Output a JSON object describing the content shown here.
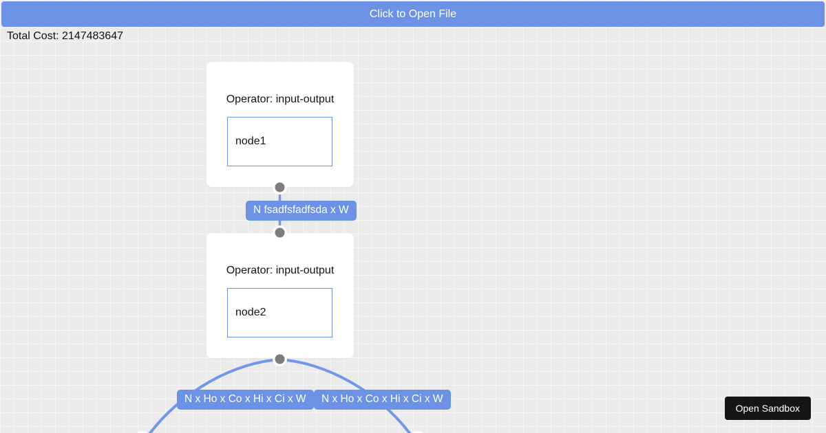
{
  "header": {
    "open_file_button": "Click to Open File"
  },
  "status": {
    "total_cost": "Total Cost: 2147483647"
  },
  "graph": {
    "nodes": [
      {
        "operator": "Operator: input-output",
        "name": "node1"
      },
      {
        "operator": "Operator: input-output",
        "name": "node2"
      }
    ],
    "edges": [
      {
        "from": "node1",
        "to": "node2",
        "label": "N fsadfsfadfsda x W"
      },
      {
        "from": "node2",
        "to": "offscreen-left",
        "label": "N x Ho x Co x Hi x Ci x W"
      },
      {
        "from": "node2",
        "to": "offscreen-right",
        "label": "N x Ho x Co x Hi x Ci x W"
      }
    ]
  },
  "footer": {
    "open_sandbox_button": "Open Sandbox"
  },
  "colors": {
    "accent_blue": "#6c92e6",
    "edge_blue": "#7496e8",
    "handle_gray": "#7d7d7d",
    "canvas_bg": "#ebebeb",
    "grid_line": "#f6f6f6",
    "sandbox_button_bg": "#151515",
    "card_bg": "#ffffff"
  }
}
